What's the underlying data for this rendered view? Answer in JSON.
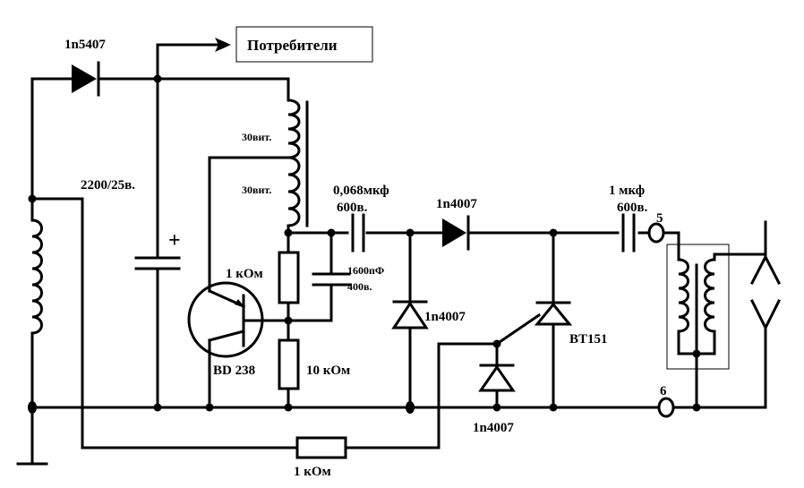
{
  "labels": {
    "d1": "1n5407",
    "consumers": "Потребители",
    "cap_main": "2200/25в.",
    "plus": "+",
    "winding_a": "30вит.",
    "winding_b": "30вит.",
    "c_068_a": "0,068мкф",
    "c_068_b": "600в.",
    "d_series": "1n4007",
    "c_1uf_a": "1 мкф",
    "c_1uf_b": "600в.",
    "node5": "5",
    "r_1k_top": "1 кОм",
    "c_1600_a": "1600пФ",
    "c_1600_b": "400в.",
    "d_shunt": "1n4007",
    "thyristor": "BT151",
    "transistor": "BD 238",
    "r_10k": "10 кОм",
    "node6": "6",
    "d_gate": "1n4007",
    "r_1k_bottom": "1 кОм"
  }
}
